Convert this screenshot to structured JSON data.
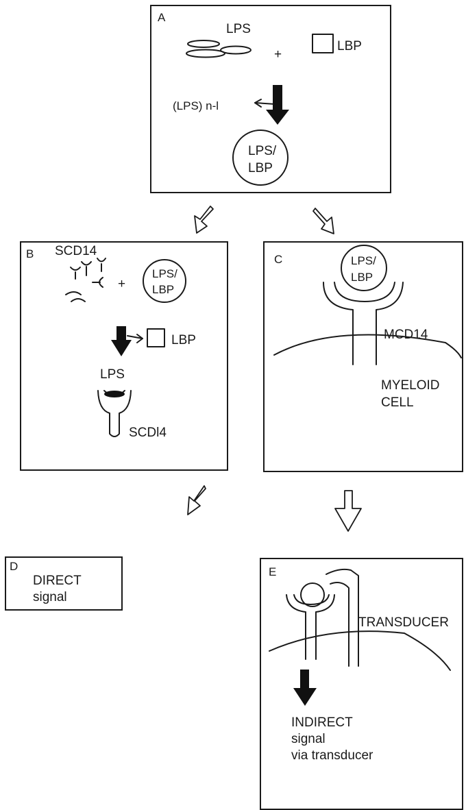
{
  "panels": {
    "a": {
      "id": "A",
      "lps": "LPS",
      "plus": "+",
      "lbp": "LBP",
      "lps_n1": "(LPS) n-l",
      "complex_top": "LPS/",
      "complex_bottom": "LBP"
    },
    "b": {
      "id": "B",
      "scd14": "SCD14",
      "plus": "+",
      "complex_top": "LPS/",
      "complex_bottom": "LBP",
      "lbp": "LBP",
      "lps": "LPS",
      "receptor": "SCDl4"
    },
    "c": {
      "id": "C",
      "complex_top": "LPS/",
      "complex_bottom": "LBP",
      "mcd14": "MCD14",
      "cell_line1": "MYELOID",
      "cell_line2": "CELL"
    },
    "d": {
      "id": "D",
      "line1": "DIRECT",
      "line2": "signal"
    },
    "e": {
      "id": "E",
      "transducer": "TRANSDUCER",
      "line1": "INDIRECT",
      "line2": "signal",
      "line3": "via transducer"
    }
  }
}
